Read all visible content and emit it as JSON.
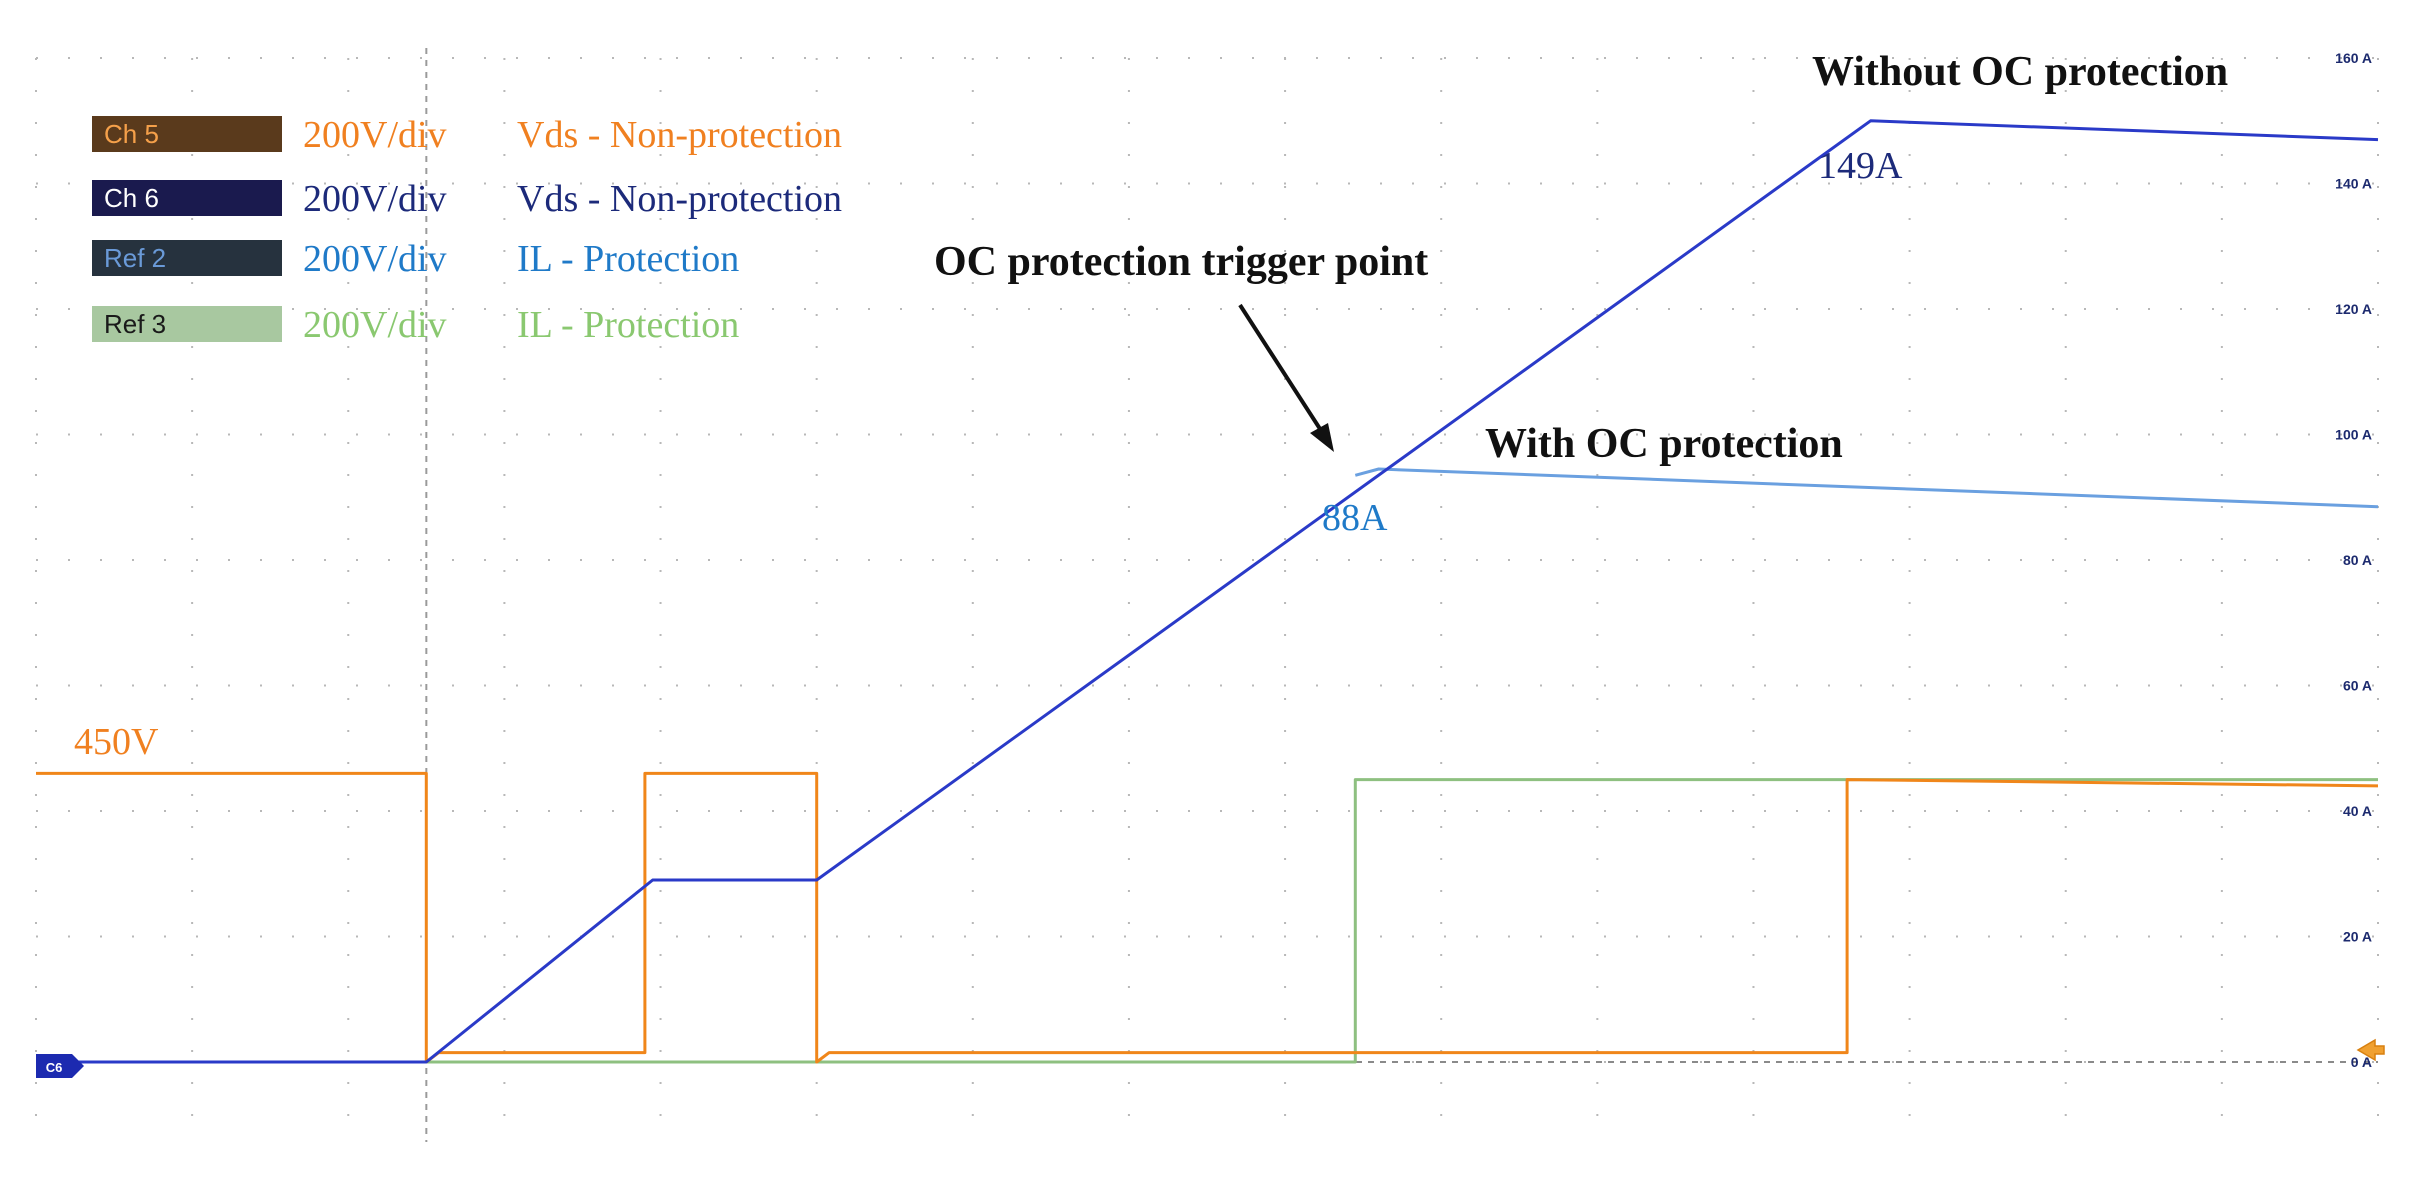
{
  "legend": [
    {
      "label": "Ch 5",
      "badge_color": "#5a3a1c",
      "label_color": "#f5a04a",
      "scale": "200V/div",
      "description": "Vds - Non-protection",
      "text_color": "#f08020"
    },
    {
      "label": "Ch 6",
      "badge_color": "#1a1a4e",
      "label_color": "#ffffff",
      "scale": "200V/div",
      "description": "Vds - Non-protection",
      "text_color": "#1c2a7a"
    },
    {
      "label": "Ref 2",
      "badge_color": "#26323e",
      "label_color": "#6a9ad8",
      "scale": "200V/div",
      "description": "IL - Protection",
      "text_color": "#1f7ac8"
    },
    {
      "label": "Ref 3",
      "badge_color": "#a8c8a0",
      "label_color": "#1a1a1a",
      "scale": "200V/div",
      "description": "IL - Protection",
      "text_color": "#8ac870"
    }
  ],
  "annotations": {
    "without": "Without OC protection",
    "with": "With OC protection",
    "trigger": "OC protection trigger point",
    "peak_without": "149A",
    "peak_with": "88A",
    "voltage_level": "450V"
  },
  "channel_marker": "C6",
  "chart_data": {
    "type": "line",
    "x_unit": "div",
    "xlim": [
      0,
      15
    ],
    "y_axis_right": {
      "unit": "A",
      "ticks": [
        "160 A",
        "140 A",
        "120 A",
        "100 A",
        "80 A",
        "60 A",
        "40 A",
        "20 A",
        "0 A"
      ],
      "ylim": [
        0,
        160
      ]
    },
    "grid": true,
    "series": [
      {
        "name": "Ch 5",
        "color": "#f0861a",
        "unit": "A",
        "points": [
          [
            0,
            46
          ],
          [
            2.5,
            46
          ],
          [
            2.5,
            0
          ],
          [
            2.58,
            1.5
          ],
          [
            3.9,
            1.5
          ],
          [
            3.9,
            46
          ],
          [
            5.0,
            46
          ],
          [
            5.0,
            0
          ],
          [
            5.08,
            1.5
          ],
          [
            11.6,
            1.5
          ],
          [
            11.6,
            45
          ],
          [
            15,
            44
          ]
        ]
      },
      {
        "name": "Ch 6",
        "color": "#2a3ac8",
        "unit": "A",
        "points": [
          [
            0,
            0
          ],
          [
            2.5,
            0
          ],
          [
            3.95,
            29
          ],
          [
            5.0,
            29
          ],
          [
            11.75,
            150
          ],
          [
            15,
            147
          ]
        ]
      },
      {
        "name": "Ref 2",
        "color": "#6aa0e0",
        "unit": "A",
        "points": [
          [
            8.45,
            93.5
          ],
          [
            8.6,
            94.5
          ],
          [
            15,
            88.5
          ]
        ]
      },
      {
        "name": "Ref 3",
        "color": "#8ec080",
        "unit": "A",
        "points": [
          [
            0,
            0
          ],
          [
            8.45,
            0
          ],
          [
            8.45,
            45
          ],
          [
            15,
            45
          ]
        ]
      }
    ]
  }
}
